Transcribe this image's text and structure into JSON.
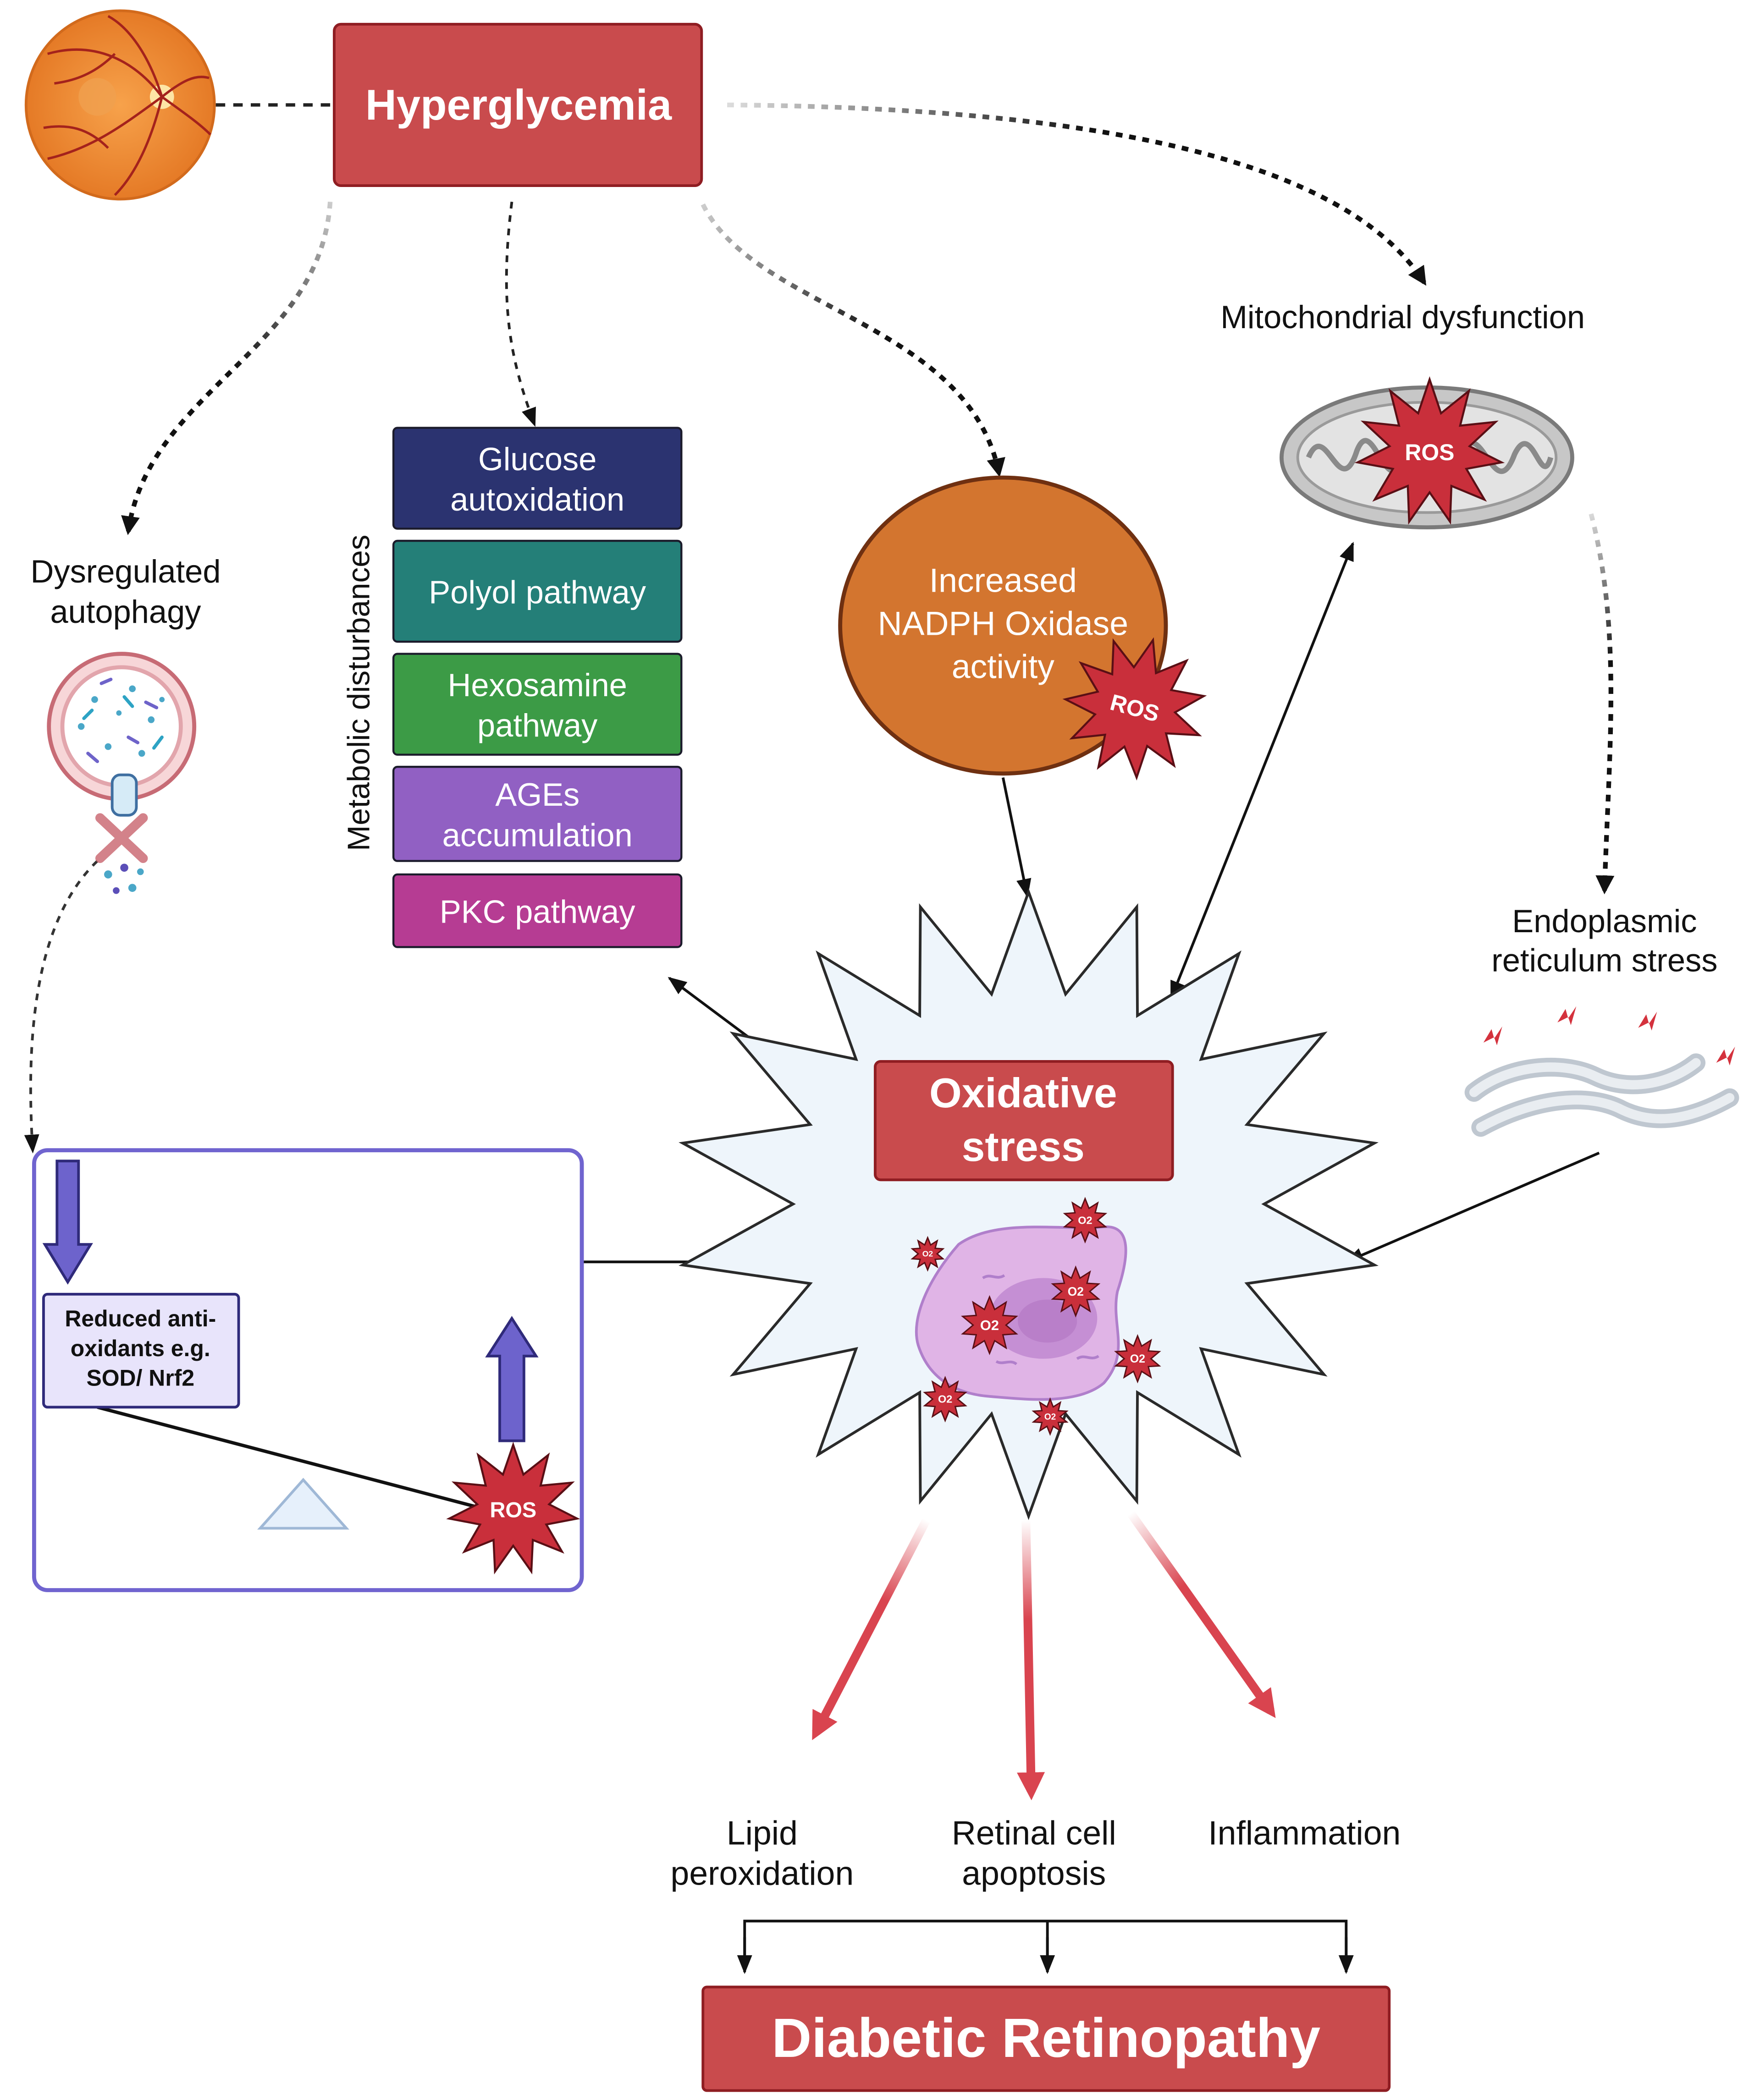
{
  "colors": {
    "red_box": "#c94b4d",
    "red_border": "#8f1d22",
    "navy": "#2b3370",
    "teal": "#247f78",
    "green": "#3c9b46",
    "purple": "#9160c3",
    "magenta": "#b63c93",
    "orange": "#d3752f",
    "star_fill": "#eef5fb",
    "lavender_border": "#7064cf",
    "arrow_purple": "#6d63cc",
    "ros_red": "#c92f3b"
  },
  "hyperglycemia": "Hyperglycemia",
  "metabolic": {
    "side_label": "Metabolic disturbances",
    "items": [
      {
        "lines": [
          "Glucose",
          "autoxidation"
        ]
      },
      {
        "lines": [
          "Polyol pathway"
        ]
      },
      {
        "lines": [
          "Hexosamine",
          "pathway"
        ]
      },
      {
        "lines": [
          "AGEs",
          "accumulation"
        ]
      },
      {
        "lines": [
          "PKC pathway"
        ]
      }
    ]
  },
  "nadph": {
    "lines": [
      "Increased",
      "NADPH Oxidase",
      "activity"
    ],
    "ros": "ROS"
  },
  "mito": {
    "label": "Mitochondrial dysfunction",
    "ros": "ROS"
  },
  "autophagy": {
    "lines": [
      "Dysregulated",
      "autophagy"
    ]
  },
  "er_stress": {
    "lines": [
      "Endoplasmic",
      "reticulum stress"
    ]
  },
  "oxidative": {
    "lines": [
      "Oxidative",
      "stress"
    ],
    "o2": "O2"
  },
  "balance": {
    "antioxidant_lines": [
      "Reduced anti-",
      "oxidants e.g.",
      "SOD/ Nrf2"
    ],
    "ros": "ROS"
  },
  "outcomes": [
    {
      "lines": [
        "Lipid",
        "peroxidation"
      ]
    },
    {
      "lines": [
        "Retinal cell",
        "apoptosis"
      ]
    },
    {
      "lines": [
        "Inflammation"
      ]
    }
  ],
  "result": "Diabetic Retinopathy"
}
